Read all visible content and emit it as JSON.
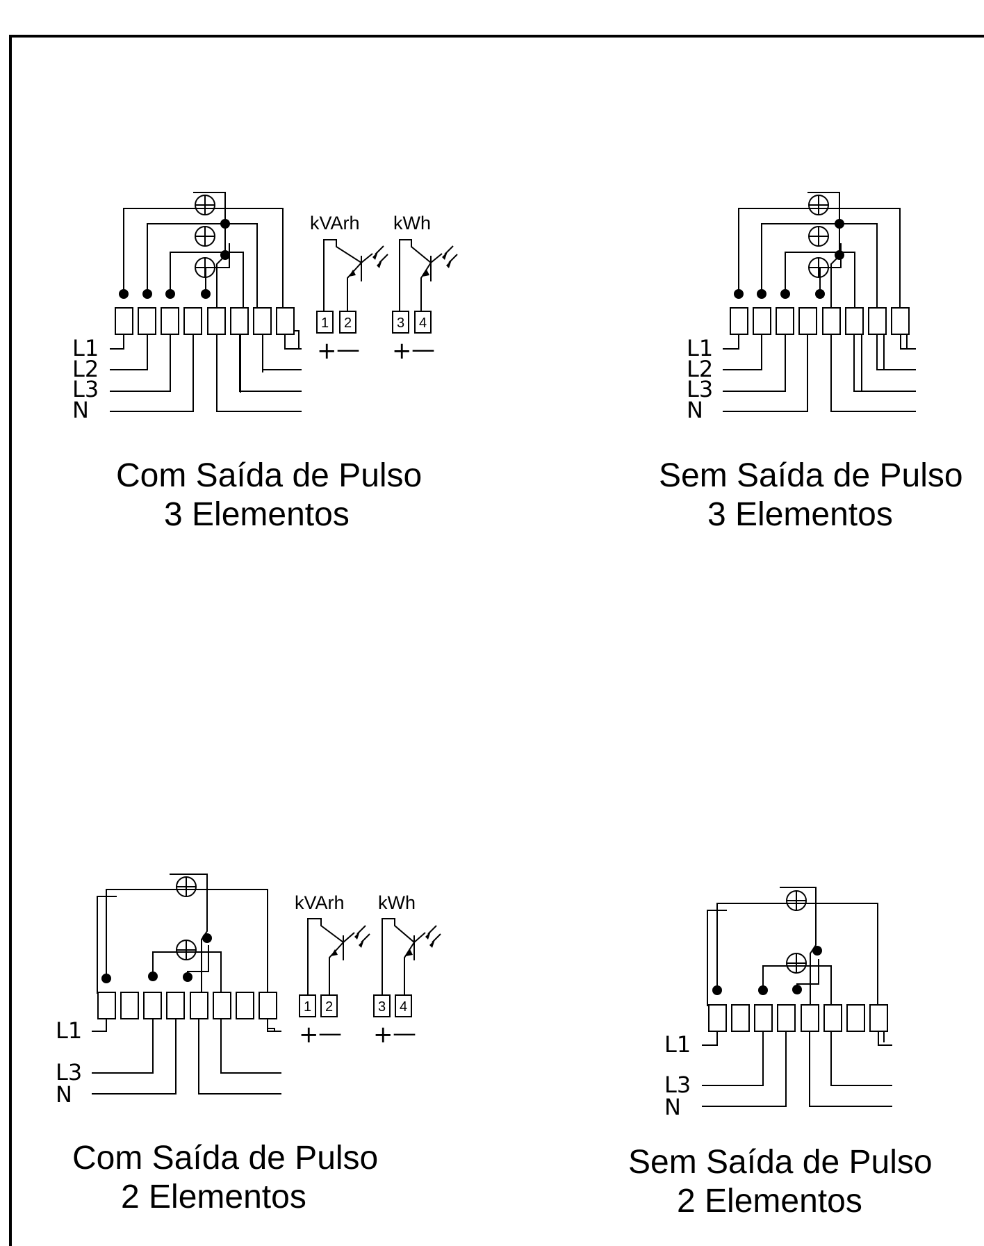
{
  "panels": [
    {
      "id": "com3",
      "caption_line1": "Com Saída de Pulso",
      "caption_line2": "3 Elementos",
      "lines": [
        "L1",
        "L2",
        "L3",
        "N"
      ],
      "outputs": [
        {
          "label": "kVArh",
          "terminals": [
            "1",
            "2"
          ],
          "polarity": [
            "+",
            "—"
          ]
        },
        {
          "label": "kWh",
          "terminals": [
            "3",
            "4"
          ],
          "polarity": [
            "+",
            "—"
          ]
        }
      ]
    },
    {
      "id": "sem3",
      "caption_line1": "Sem Saída de Pulso",
      "caption_line2": "3 Elementos",
      "lines": [
        "L1",
        "L2",
        "L3",
        "N"
      ]
    },
    {
      "id": "com2",
      "caption_line1": "Com Saída de Pulso",
      "caption_line2": "2 Elementos",
      "lines": [
        "L1",
        "L3",
        "N"
      ],
      "outputs": [
        {
          "label": "kVArh",
          "terminals": [
            "1",
            "2"
          ],
          "polarity": [
            "+",
            "—"
          ]
        },
        {
          "label": "kWh",
          "terminals": [
            "3",
            "4"
          ],
          "polarity": [
            "+",
            "—"
          ]
        }
      ]
    },
    {
      "id": "sem2",
      "caption_line1": "Sem Saída de Pulso",
      "caption_line2": "2 Elementos",
      "lines": [
        "L1",
        "L3",
        "N"
      ]
    }
  ]
}
